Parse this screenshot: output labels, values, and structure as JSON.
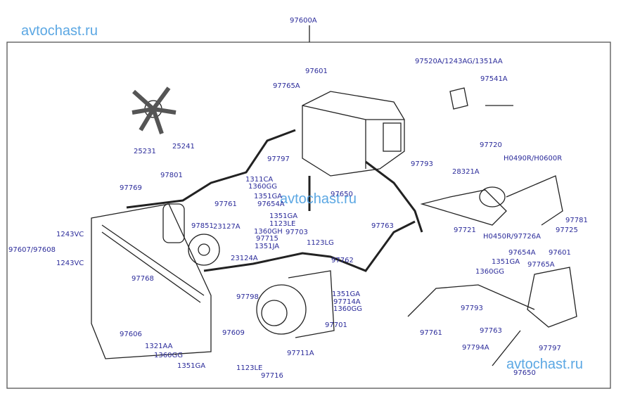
{
  "watermark": "avtochast.ru",
  "labels": [
    "97600A",
    "97520A/1243AG/1351AA",
    "97601",
    "97765A",
    "97541A",
    "25231",
    "25241",
    "97720",
    "H0490R/H0600R",
    "28321A",
    "97797",
    "97793",
    "1311CA",
    "1360GG",
    "1351GA",
    "97654A",
    "97650",
    "97801",
    "97769",
    "97761",
    "97851",
    "23127A",
    "1351GA",
    "1123LE",
    "1360GH",
    "97715",
    "1351JA",
    "97703",
    "1123LG",
    "97763",
    "97721",
    "H0450R/97726A",
    "97781",
    "97725",
    "1243VC",
    "97607/97608",
    "97768",
    "1243VC",
    "23124A",
    "97762",
    "97654A",
    "97601",
    "1351GA",
    "97765A",
    "1360GG",
    "97798",
    "1351GA",
    "97714A",
    "1360GG",
    "97793",
    "97606",
    "97701",
    "97761",
    "97609",
    "97763",
    "97797",
    "1321AA",
    "1360GG",
    "1351GA",
    "97711A",
    "97794A",
    "1123LE",
    "97716",
    "97650"
  ]
}
